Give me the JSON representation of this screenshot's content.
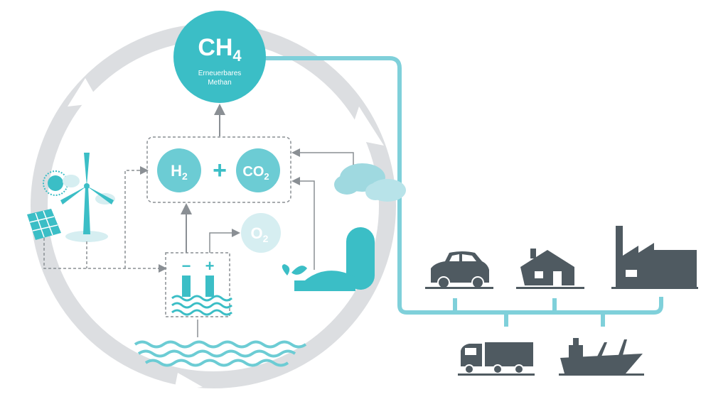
{
  "methane": {
    "formula_main": "CH",
    "formula_sub": "4",
    "label_line1": "Erneuerbares",
    "label_line2": "Methan"
  },
  "reactants": {
    "h2_main": "H",
    "h2_sub": "2",
    "plus": "+",
    "co2_main": "CO",
    "co2_sub": "2"
  },
  "oxygen": {
    "main": "O",
    "sub": "2"
  },
  "electrolyzer": {
    "minus": "−",
    "plus": "+"
  },
  "colors": {
    "teal": "#3bbec6",
    "teal_light": "#9fd9e0",
    "teal_pale": "#d6eef1",
    "pipe": "#7fd0da",
    "ring": "#dcdee1",
    "arrow": "#8a8f94",
    "icon_dark": "#4f5a61"
  },
  "icons": [
    "sun-icon",
    "wind-turbine-icon",
    "solar-panel-icon",
    "cloud-icon",
    "leaf-icon",
    "biogas-plant-icon",
    "car-icon",
    "house-icon",
    "factory-icon",
    "truck-icon",
    "ship-icon",
    "water-waves-icon"
  ]
}
